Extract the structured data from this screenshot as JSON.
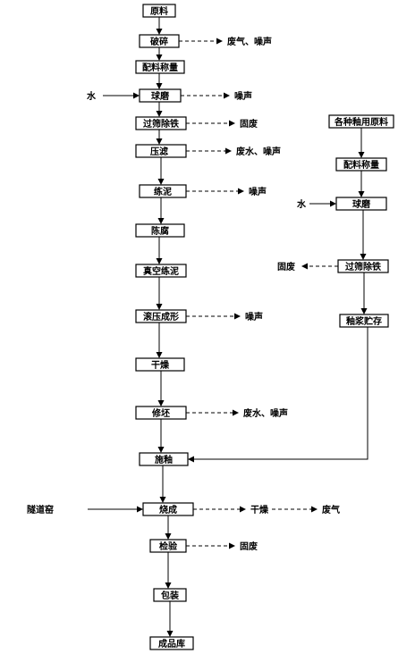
{
  "main_flow": {
    "raw_material": "原料",
    "crushing": "破碎",
    "batch_weighing": "配料称量",
    "ball_mill": "球磨",
    "sieve_iron_removal": "过筛除铁",
    "press_filter": "压滤",
    "mud_refining": "练泥",
    "aging": "陈腐",
    "vacuum_mud_refining": "真空练泥",
    "roller_forming": "滚压成形",
    "drying": "干燥",
    "trimming": "修坯",
    "glazing": "施釉",
    "firing": "烧成",
    "inspection": "检验",
    "packaging": "包装",
    "product_storage": "成品库"
  },
  "glaze_flow": {
    "glaze_raw_materials": "各种釉用原料",
    "batch_weighing": "配料称量",
    "ball_mill": "球磨",
    "sieve_iron_removal": "过筛除铁",
    "glaze_storage": "釉浆贮存"
  },
  "inputs": {
    "water_main": "水",
    "water_glaze": "水",
    "tunnel_kiln": "隧道窑"
  },
  "outputs": {
    "crushing": "废气、噪声",
    "ball_mill": "噪声",
    "sieve_main": "固废",
    "press_filter": "废水、噪声",
    "mud_refining": "噪声",
    "roller_forming": "噪声",
    "trimming": "废水、噪声",
    "firing_drying": "干燥",
    "firing_exhaust": "废气",
    "inspection": "固废",
    "sieve_glaze": "固废"
  }
}
